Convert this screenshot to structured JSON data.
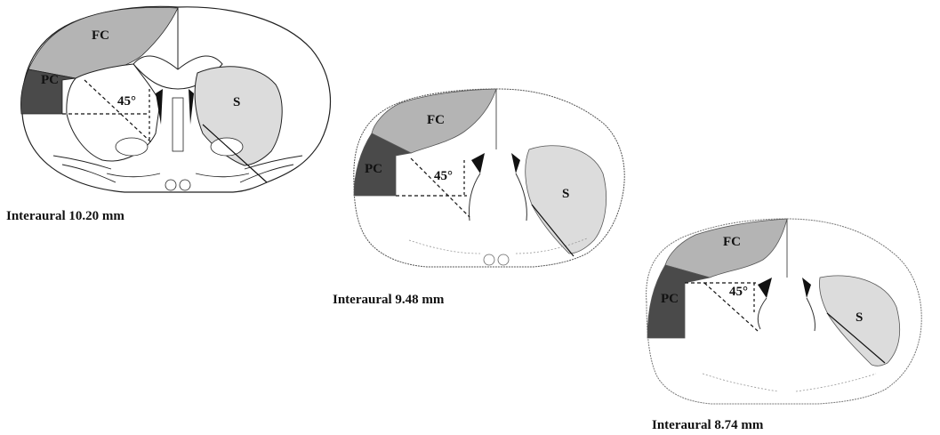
{
  "colors": {
    "background": "#ffffff",
    "frontal_cortex_fill": "#b4b4b4",
    "parietal_cortex_fill": "#4a4a4a",
    "striatum_fill": "#dcdcdc",
    "outline": "#222222"
  },
  "sections": [
    {
      "caption": "Interaural 10.20 mm",
      "fc_label": "FC",
      "pc_label": "PC",
      "s_label": "S",
      "angle_label": "45°"
    },
    {
      "caption": "Interaural 9.48 mm",
      "fc_label": "FC",
      "pc_label": "PC",
      "s_label": "S",
      "angle_label": "45°"
    },
    {
      "caption": "Interaural 8.74 mm",
      "fc_label": "FC",
      "pc_label": "PC",
      "s_label": "S",
      "angle_label": "45°"
    }
  ]
}
